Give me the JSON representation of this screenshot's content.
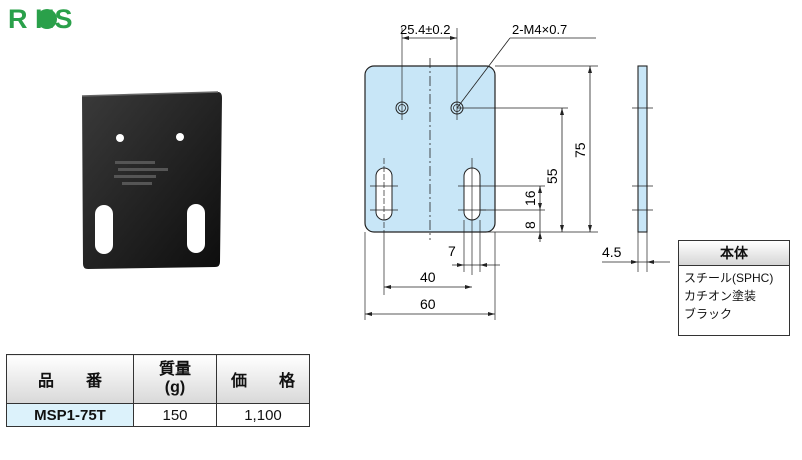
{
  "logo": {
    "text": "R HS"
  },
  "drawing": {
    "dim_pitch": "25.4±0.2",
    "thread_callout": "2-M4×0.7",
    "dim_75": "75",
    "dim_55": "55",
    "dim_16": "16",
    "dim_8": "8",
    "dim_7": "7",
    "dim_40": "40",
    "dim_60": "60",
    "dim_thickness": "4.5"
  },
  "material": {
    "header": "本体",
    "lines": [
      "スチール(SPHC)",
      "カチオン塗装",
      "ブラック"
    ]
  },
  "spec_table": {
    "headers": [
      "品　番",
      "質量\n(g)",
      "価　格"
    ],
    "header_part": "品　　番",
    "header_mass_1": "質量",
    "header_mass_2": "(g)",
    "header_price": "価　　格",
    "row": {
      "part_no": "MSP1-75T",
      "mass": "150",
      "price": "1,100"
    }
  },
  "colors": {
    "plate_fill": "#c8e6f7",
    "rohs_green": "#2aa04a",
    "table_row": "#dcf2fb"
  }
}
